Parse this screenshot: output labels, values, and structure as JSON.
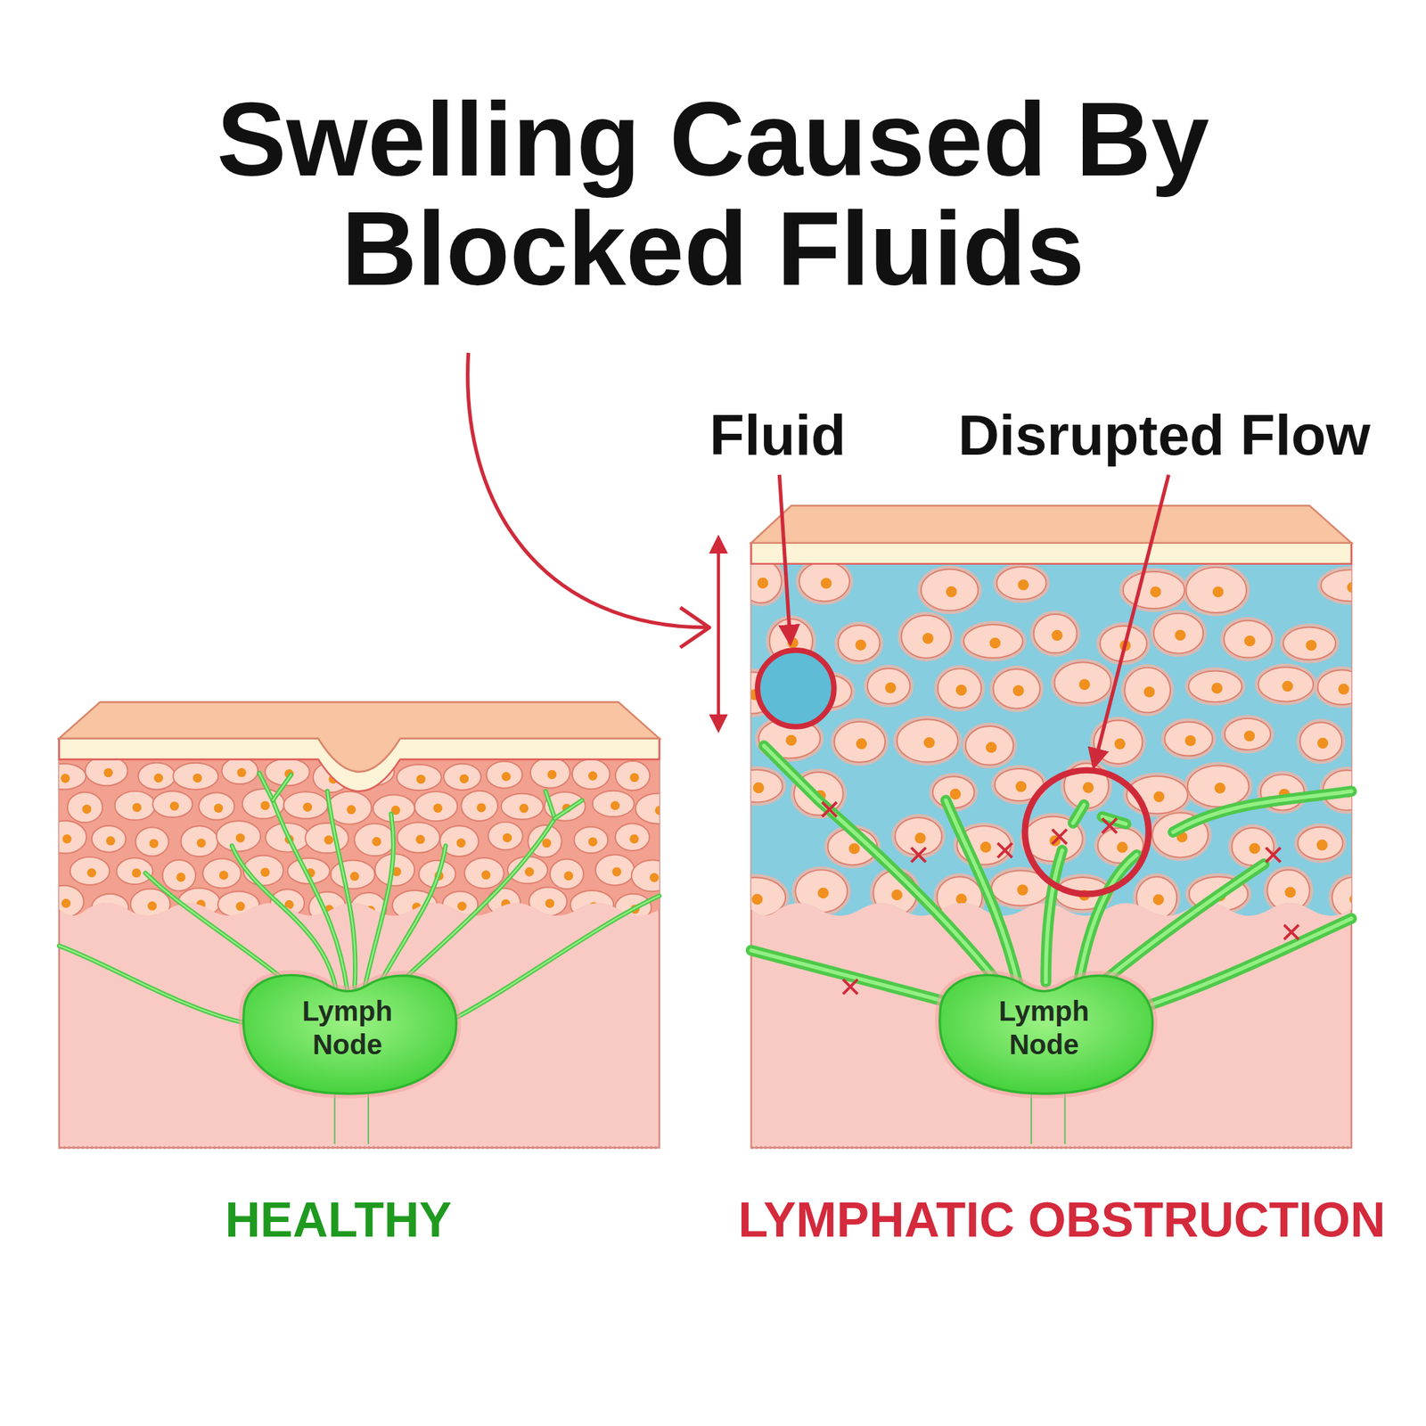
{
  "diagram": {
    "title": "Swelling Caused By Blocked Fluids",
    "nodes": [
      {
        "text": [
          "Lymph Node"
        ]
      },
      {
        "text": [
          "Lymph Node"
        ]
      }
    ],
    "labels": [
      "Fluid",
      "Disrupted Flow",
      "HEALTHY",
      "LYMPHATIC OBSTRUCTION"
    ]
  }
}
